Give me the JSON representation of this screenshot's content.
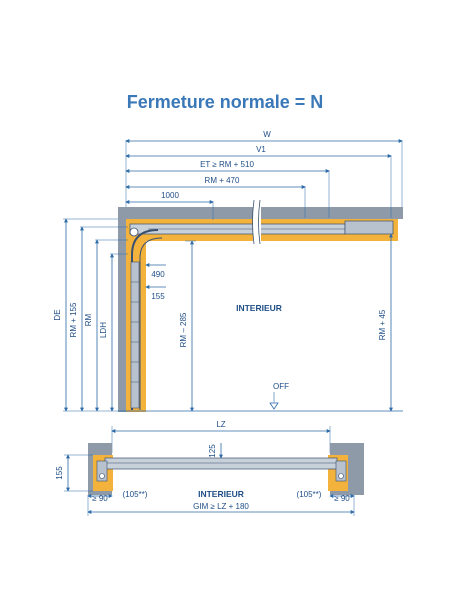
{
  "title": "Fermeture normale = N",
  "colors": {
    "dimension_line": "#2c6aa8",
    "wall": "#8f9aa8",
    "frame": "#f2b23c",
    "label": "#1f4e86",
    "title": "#3a78b8"
  },
  "elevation": {
    "top_labels": [
      "W",
      "V1",
      "ET ≥ RM + 510",
      "RM + 470",
      "1000"
    ],
    "left_labels": [
      "DE",
      "RM + 155",
      "RM",
      "LDH"
    ],
    "inner_labels": [
      "490",
      "155",
      "RM – 285"
    ],
    "right_label": "RM + 45",
    "room_label": "INTERIEUR",
    "floor_label": "OFF"
  },
  "plan": {
    "top_label": "LZ",
    "center_label": "125",
    "left_label": "155",
    "room_label": "INTERIEUR",
    "min_left": "≥ 90",
    "min_right": "≥ 90",
    "note_left": "(105**)",
    "note_right": "(105**)",
    "bottom_label": "GIM ≥ LZ + 180"
  }
}
